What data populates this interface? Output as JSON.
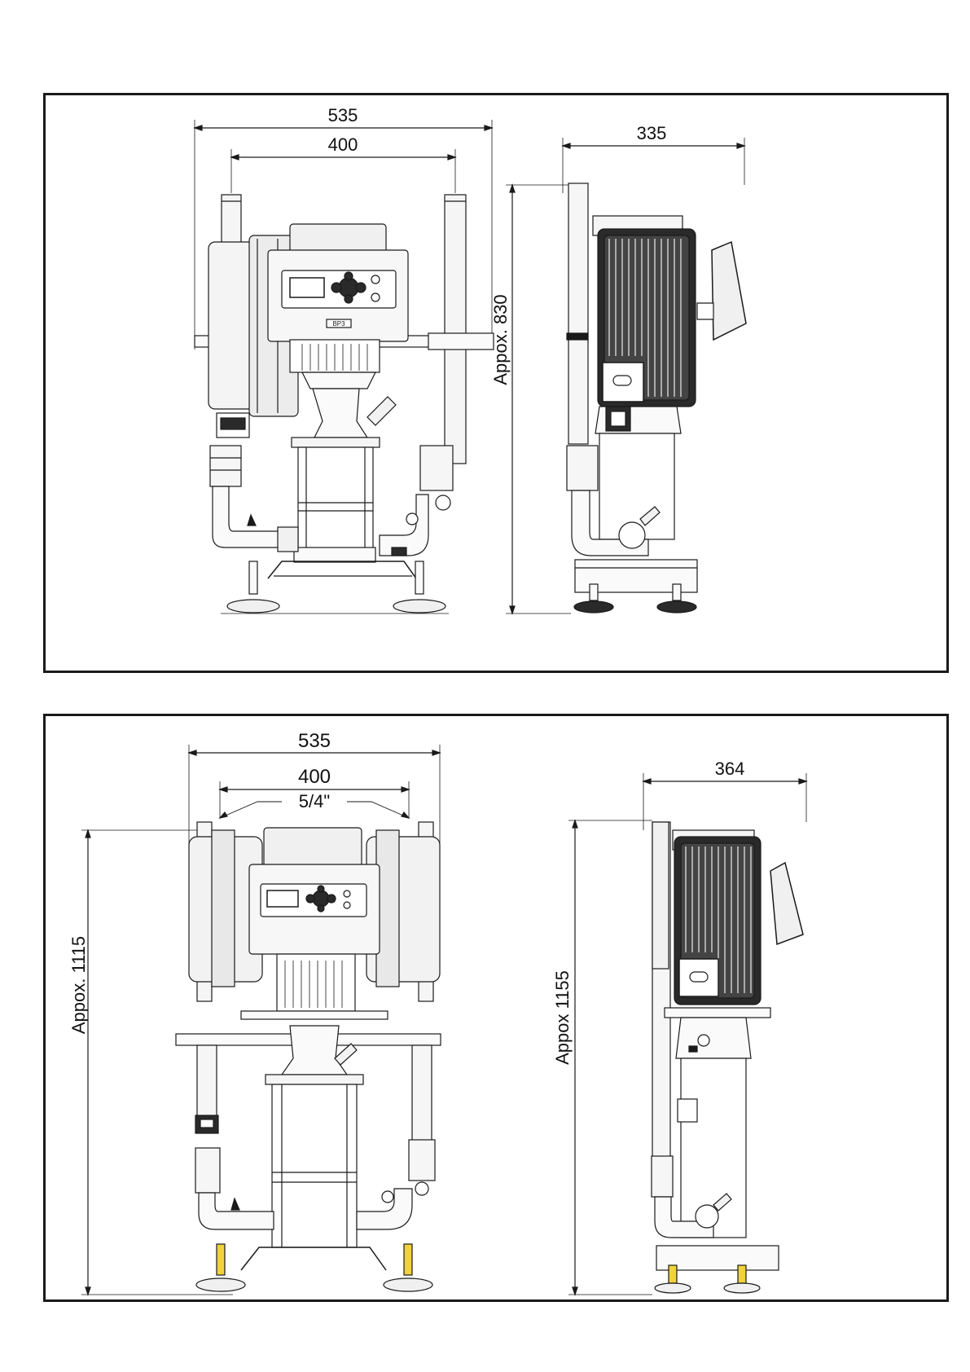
{
  "diagram_top": {
    "front_view": {
      "width_overall": "535",
      "width_inner": "400"
    },
    "side_view": {
      "depth": "335",
      "height": "Appox. 830"
    },
    "drive_label": "BP3"
  },
  "diagram_bottom": {
    "front_view": {
      "width_overall": "535",
      "width_inner": "400",
      "pipe_size": "5/4\"",
      "height": "Appox. 1115"
    },
    "side_view": {
      "depth": "364",
      "height": "Appox 1155"
    }
  },
  "colors": {
    "line": "#1a1a1a",
    "fill_light": "#f2f2f2",
    "fill_dark": "#2a2a2a",
    "accent_yellow": "#f0d23c"
  }
}
